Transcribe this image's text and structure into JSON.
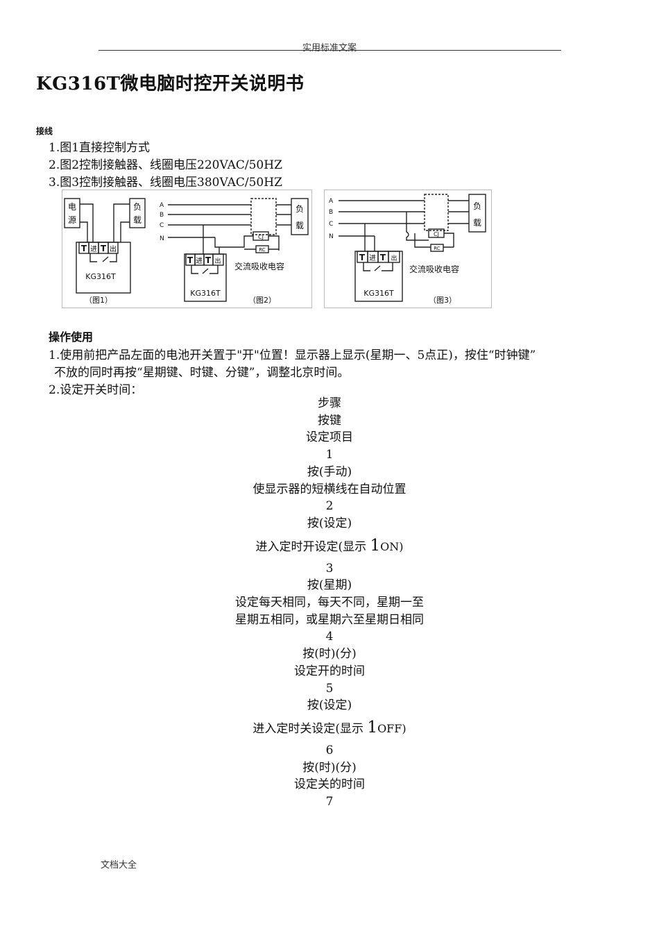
{
  "header": {
    "text": "实用标准文案"
  },
  "title": "KG316T微电脑时控开关说明书",
  "wiring": {
    "heading": "接线",
    "items": [
      "1.图1直接控制方式",
      "2.图2控制接触器、线圈电压220VAC/50HZ",
      "3.图3控制接触器、线圈电压380VAC/50HZ"
    ]
  },
  "diagrams": {
    "fig1": {
      "power": [
        "电",
        "源"
      ],
      "load": [
        "负",
        "载"
      ],
      "term_t": "T",
      "term_in": "进",
      "term_out": "出",
      "model": "KG316T",
      "caption": "（图1）"
    },
    "fig2": {
      "phases": [
        "A",
        "B",
        "C",
        "N"
      ],
      "load": [
        "负",
        "载"
      ],
      "cj": "CJ",
      "rc": "RC",
      "term_t": "T",
      "term_in": "进",
      "term_out": "出",
      "model": "KG316T",
      "capacitor": "交流吸收电容",
      "caption": "（图2）"
    },
    "fig3": {
      "phases": [
        "A",
        "B",
        "C",
        "N"
      ],
      "load": [
        "负",
        "载"
      ],
      "cj": "CJ",
      "rc": "RC",
      "term_t": "T",
      "term_in": "进",
      "term_out": "出",
      "model": "KG316T",
      "capacitor": "交流吸收电容",
      "caption": "（图3）"
    }
  },
  "operation": {
    "heading": "操作使用",
    "para1_line1": "1.使用前把产品左面的电池开关置于\"开\"位置！显示器上显示(星期一、5点正)，按住“时钟键”",
    "para1_line2": "不放的同时再按“星期键、时键、分键”，调整北京时间。",
    "para2": "2.设定开关时间："
  },
  "steps": {
    "header": [
      "步骤",
      "按键",
      "设定项目"
    ],
    "rows": [
      {
        "num": "1",
        "key": "按(手动)",
        "desc": [
          "使显示器的短横线在自动位置"
        ]
      },
      {
        "num": "2",
        "key": "按(设定)",
        "desc_prefix": "进入定时开设定(显示 ",
        "desc_big": "1",
        "desc_suffix": "ON)"
      },
      {
        "num": "3",
        "key": "按(星期)",
        "desc": [
          "设定每天相同，每天不同，星期一至",
          "星期五相同，或星期六至星期日相同"
        ]
      },
      {
        "num": "4",
        "key": "按(时)(分)",
        "desc": [
          "设定开的时间"
        ]
      },
      {
        "num": "5",
        "key": "按(设定)",
        "desc_prefix": "进入定时关设定(显示 ",
        "desc_big": "1",
        "desc_suffix": "OFF)"
      },
      {
        "num": "6",
        "key": "按(时)(分)",
        "desc": [
          "设定关的时间"
        ]
      },
      {
        "num": "7"
      }
    ]
  },
  "footer": {
    "text": "文档大全"
  }
}
